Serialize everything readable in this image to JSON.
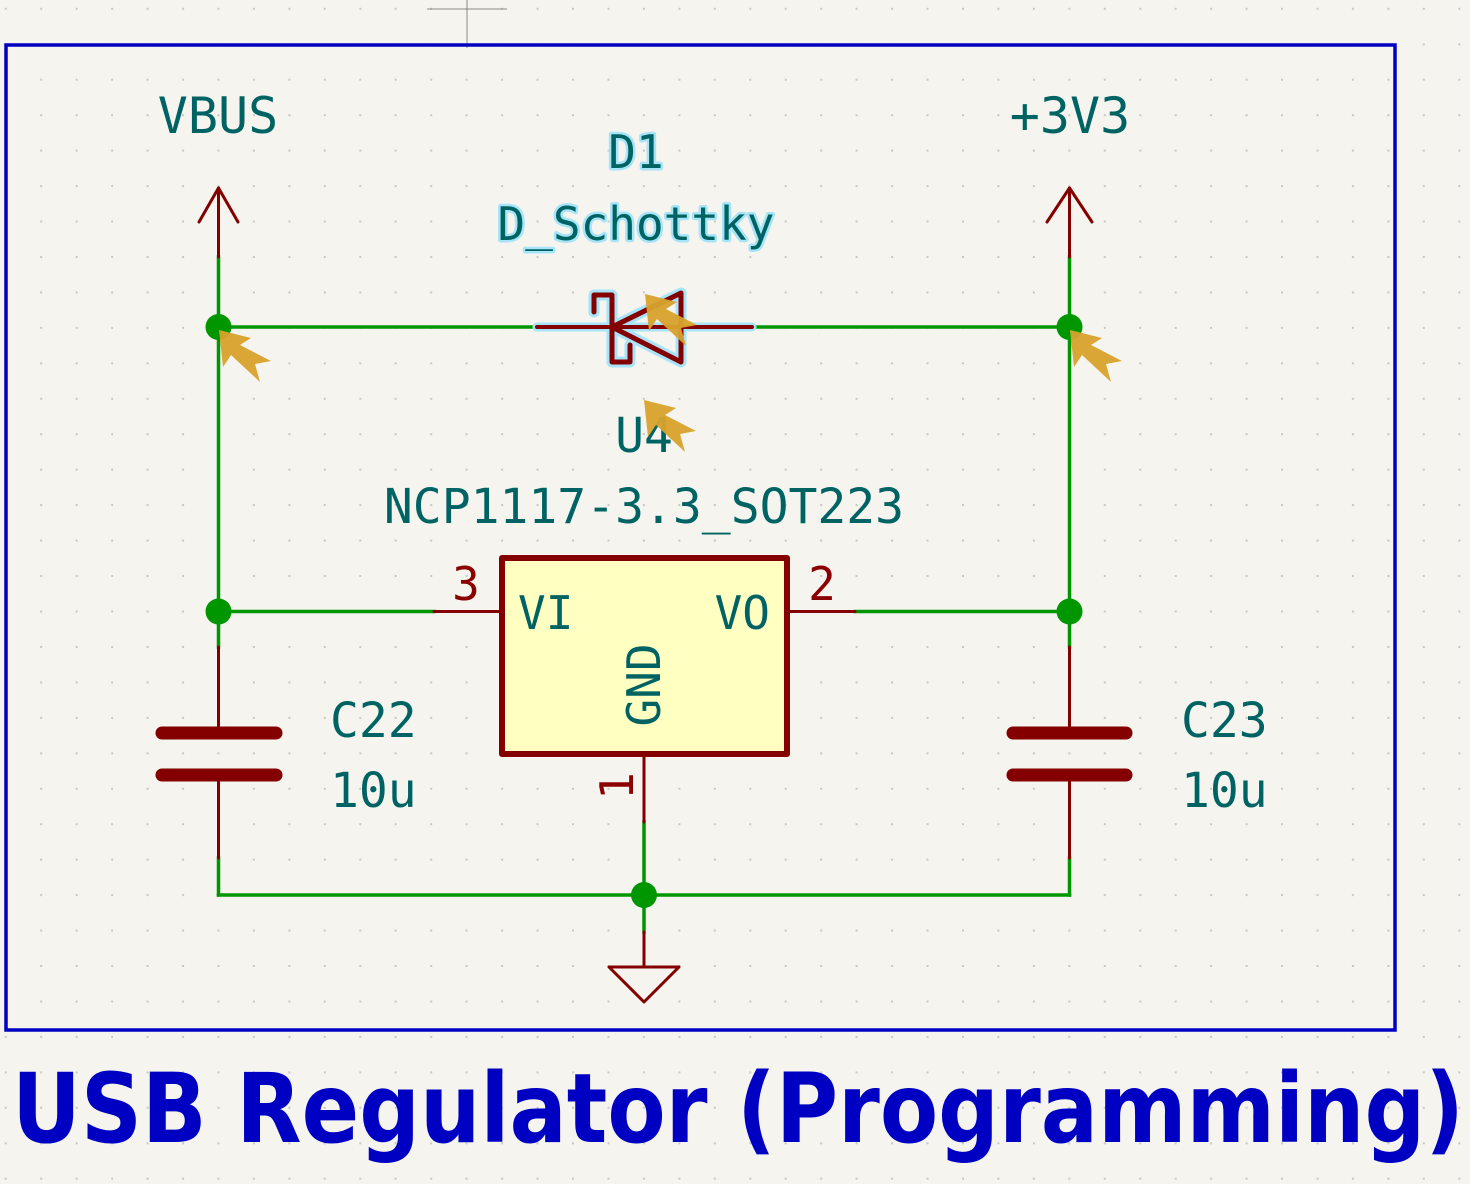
{
  "sheet": {
    "title": "USB Regulator (Programming)",
    "colors": {
      "background": "#f5f4ef",
      "border": "#0000c2",
      "wire": "#009600",
      "symbol": "#840000",
      "ic_fill": "#ffffc2",
      "text": "#006363",
      "selection_halo": "#a8e4f7",
      "erc_marker": "#d8a22c"
    }
  },
  "power_symbols": [
    {
      "name": "VBUS",
      "type": "power-arrow"
    },
    {
      "name": "+3V3",
      "type": "power-arrow"
    },
    {
      "name": "GND",
      "type": "ground"
    }
  ],
  "components": {
    "D1": {
      "reference": "D1",
      "value": "D_Schottky",
      "selected": true
    },
    "U4": {
      "reference": "U4",
      "value": "NCP1117-3.3_SOT223",
      "pins": [
        {
          "number": "3",
          "name": "VI"
        },
        {
          "number": "2",
          "name": "VO"
        },
        {
          "number": "1",
          "name": "GND"
        }
      ]
    },
    "C22": {
      "reference": "C22",
      "value": "10u"
    },
    "C23": {
      "reference": "C23",
      "value": "10u"
    }
  },
  "erc_markers": [
    {
      "location": "VBUS junction"
    },
    {
      "location": "D1 anode"
    },
    {
      "location": "+3V3 junction"
    },
    {
      "location": "U4 reference"
    }
  ]
}
